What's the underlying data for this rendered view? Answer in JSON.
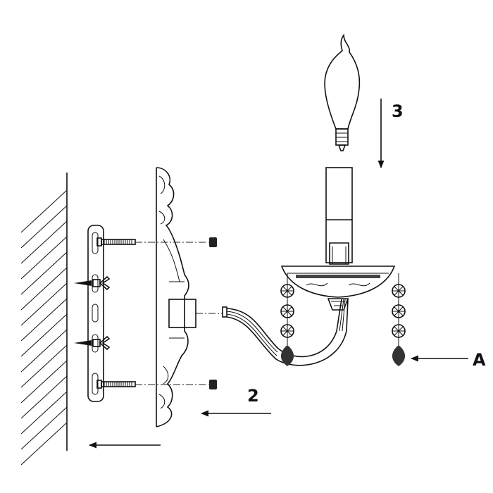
{
  "labels": {
    "step_3": "3",
    "step_2": "2",
    "detail_a": "A"
  },
  "colors": {
    "line": "#111111",
    "background": "#ffffff"
  }
}
